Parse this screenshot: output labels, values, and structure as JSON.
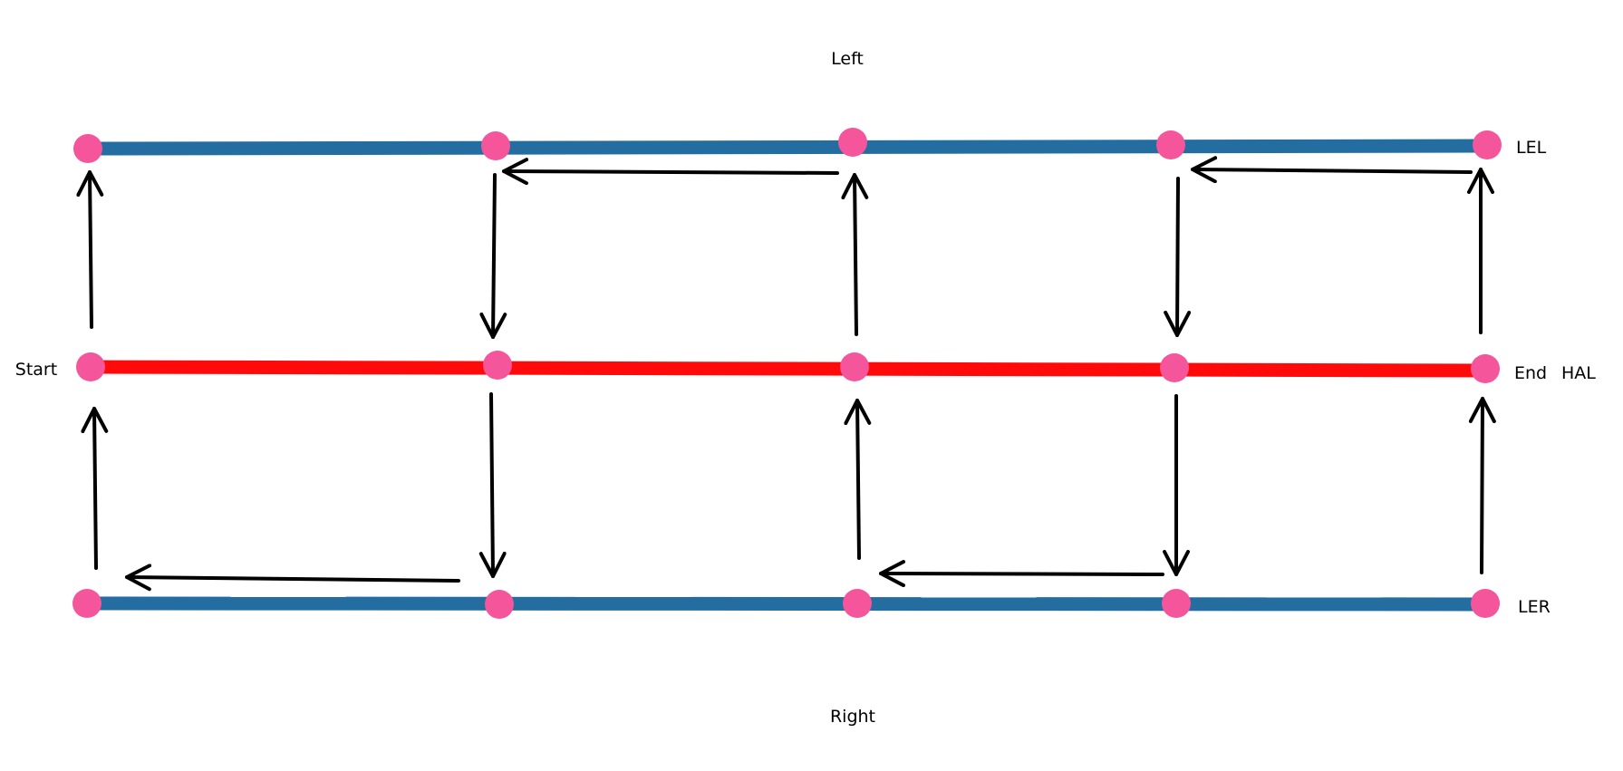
{
  "labels": {
    "top": "Left",
    "bottom": "Right",
    "start": "Start",
    "end": "End",
    "top_line": "LEL",
    "middle_line": "HAL",
    "bottom_line": "LER"
  },
  "colors": {
    "outer_lines": "#236da0",
    "center_line": "#ff0a0a",
    "nodes": "#f5559a",
    "arrows": "#000000",
    "text": "#000000"
  },
  "lines": [
    {
      "name": "LEL",
      "role": "outer"
    },
    {
      "name": "HAL",
      "role": "center"
    },
    {
      "name": "LER",
      "role": "outer"
    }
  ],
  "nodes_per_line": 5
}
